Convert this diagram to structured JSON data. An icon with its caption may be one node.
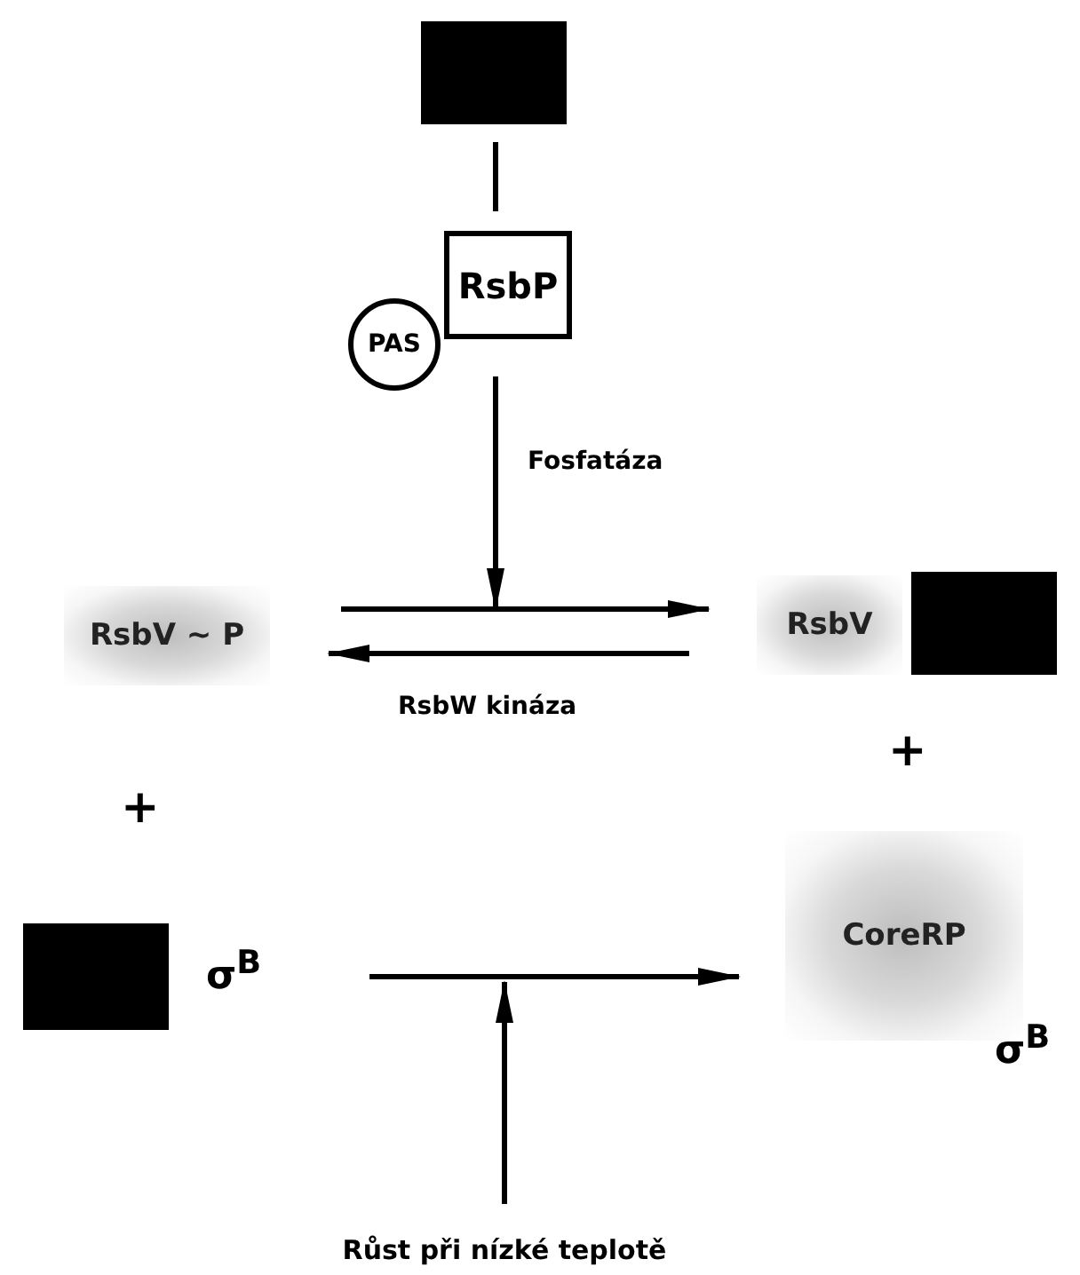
{
  "diagram": {
    "nodes": [
      {
        "text": [],
        "shape": "box"
      },
      {
        "text": [
          "RsbP"
        ]
      },
      {
        "text": [
          "PAS"
        ]
      },
      {
        "text": [
          "RsbV ~ P"
        ]
      },
      {
        "text": [
          "RsbV"
        ]
      },
      {
        "text": [],
        "shape": "box"
      },
      {
        "text": [],
        "shape": "box",
        "beside": [
          "σ$^{B}$"
        ]
      },
      {
        "text": [
          "CoreRP"
        ],
        "beside": [
          "σ$^{B}$"
        ]
      },
      {
        "text": [
          "Růst při nízké teplotě"
        ]
      }
    ],
    "edges": [
      {
        "from": 0,
        "to": 1,
        "arrow": "none"
      },
      {
        "from": 1,
        "to": null,
        "arrow": "to",
        "label": "Fosfatáza"
      },
      {
        "from": 3,
        "to": 4,
        "arrow": "to"
      },
      {
        "from": 4,
        "to": 3,
        "arrow": "to",
        "label": "RsbW kináza"
      },
      {
        "from": 6,
        "to": 7,
        "arrow": "to"
      },
      {
        "from": 8,
        "to": null,
        "arrow": "to"
      }
    ],
    "labels": [
      "+",
      "+"
    ]
  }
}
